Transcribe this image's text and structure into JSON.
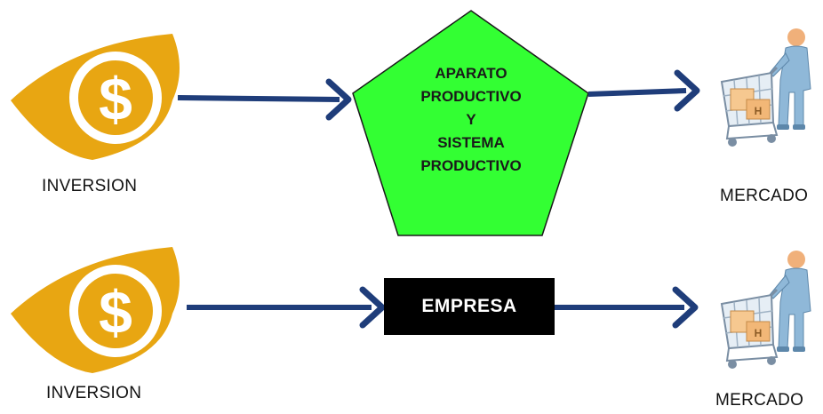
{
  "top_row": {
    "investment_label": "INVERSION",
    "process_lines": [
      "APARATO",
      "PRODUCTIVO",
      "Y",
      "SISTEMA",
      "PRODUCTIVO"
    ],
    "market_label": "MERCADO"
  },
  "bottom_row": {
    "investment_label": "INVERSION",
    "process_label": "EMPRESA",
    "market_label": "MERCADO"
  },
  "colors": {
    "money_icon": "#e8a612",
    "arrow": "#1f3d7a",
    "pentagon_fill": "#33ff33",
    "pentagon_stroke": "#1a1a1a",
    "empresa_fill": "#000000",
    "empresa_text": "#ffffff"
  },
  "icons": {
    "investment": "money-eye-icon",
    "market": "shopping-cart-person-icon"
  }
}
